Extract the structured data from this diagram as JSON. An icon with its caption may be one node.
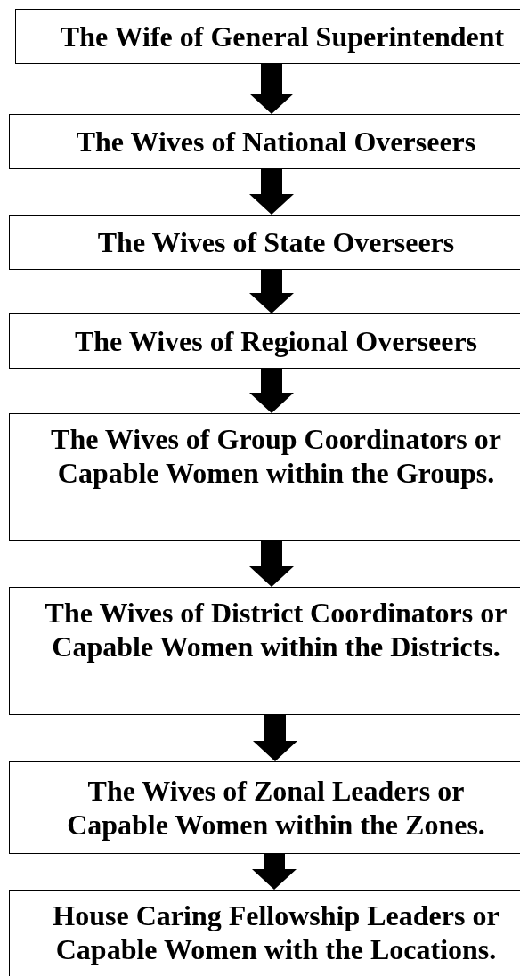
{
  "diagram": {
    "nodes": [
      {
        "text": [
          "The Wife of General Superintendent"
        ]
      },
      {
        "text": [
          "The Wives of National Overseers"
        ]
      },
      {
        "text": [
          "The Wives of State Overseers"
        ]
      },
      {
        "text": [
          "The Wives of Regional Overseers"
        ]
      },
      {
        "text": [
          "The Wives of Group Coordinators or Capable Women within the Groups."
        ]
      },
      {
        "text": [
          "The Wives of District Coordinators or Capable Women within the Districts."
        ]
      },
      {
        "text": [
          "The Wives of Zonal Leaders or Capable Women within the Zones."
        ]
      },
      {
        "text": [
          "House Caring Fellowship Leaders or Capable Women with the Locations."
        ]
      }
    ],
    "edges": [
      {
        "from": 0,
        "to": 1,
        "arrow": "to"
      },
      {
        "from": 1,
        "to": 2,
        "arrow": "to"
      },
      {
        "from": 2,
        "to": 3,
        "arrow": "to"
      },
      {
        "from": 3,
        "to": 4,
        "arrow": "to"
      },
      {
        "from": 4,
        "to": 5,
        "arrow": "to"
      },
      {
        "from": 5,
        "to": 6,
        "arrow": "to"
      },
      {
        "from": 6,
        "to": 7,
        "arrow": "to"
      }
    ]
  }
}
